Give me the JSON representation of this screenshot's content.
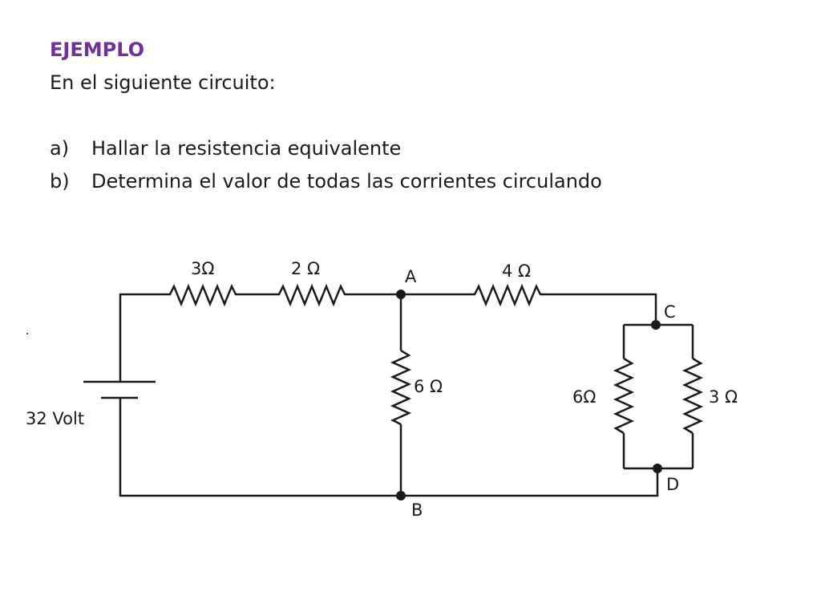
{
  "slide": {
    "heading": "EJEMPLO",
    "intro": "En el siguiente circuito:",
    "tasks": [
      {
        "letter": "a)",
        "text": "Hallar la resistencia equivalente"
      },
      {
        "letter": "b)",
        "text": "Determina el valor de todas las corrientes circulando"
      }
    ]
  },
  "circuit": {
    "source_label": "32 Volt",
    "resistors": {
      "r1": "3Ω",
      "r2": "2 Ω",
      "r3": "4 Ω",
      "r4": "6 Ω",
      "r5": "6Ω",
      "r6": "3 Ω"
    },
    "nodes": {
      "a": "A",
      "b": "B",
      "c": "C",
      "d": "D"
    }
  },
  "colors": {
    "heading": "#7030a0",
    "text": "#1a1a1a"
  }
}
